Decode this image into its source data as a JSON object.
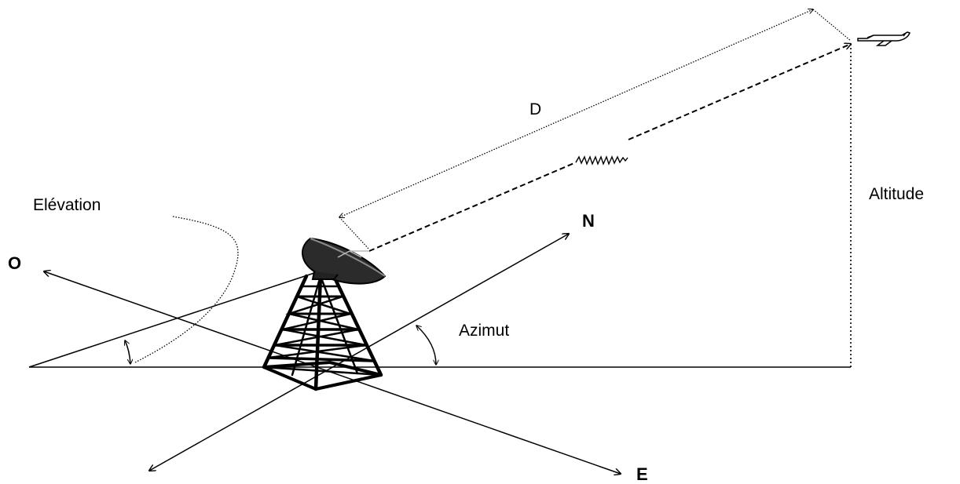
{
  "diagram": {
    "labels": {
      "distance": "D",
      "altitude": "Altitude",
      "elevation": "Elévation",
      "azimuth": "Azimut",
      "north": "N",
      "west": "O",
      "east": "E"
    },
    "colors": {
      "ink": "#000000",
      "background": "#ffffff"
    },
    "icons": [
      "radar-dish-icon",
      "radar-tower-icon",
      "airplane-icon",
      "wave-signal-icon"
    ]
  }
}
